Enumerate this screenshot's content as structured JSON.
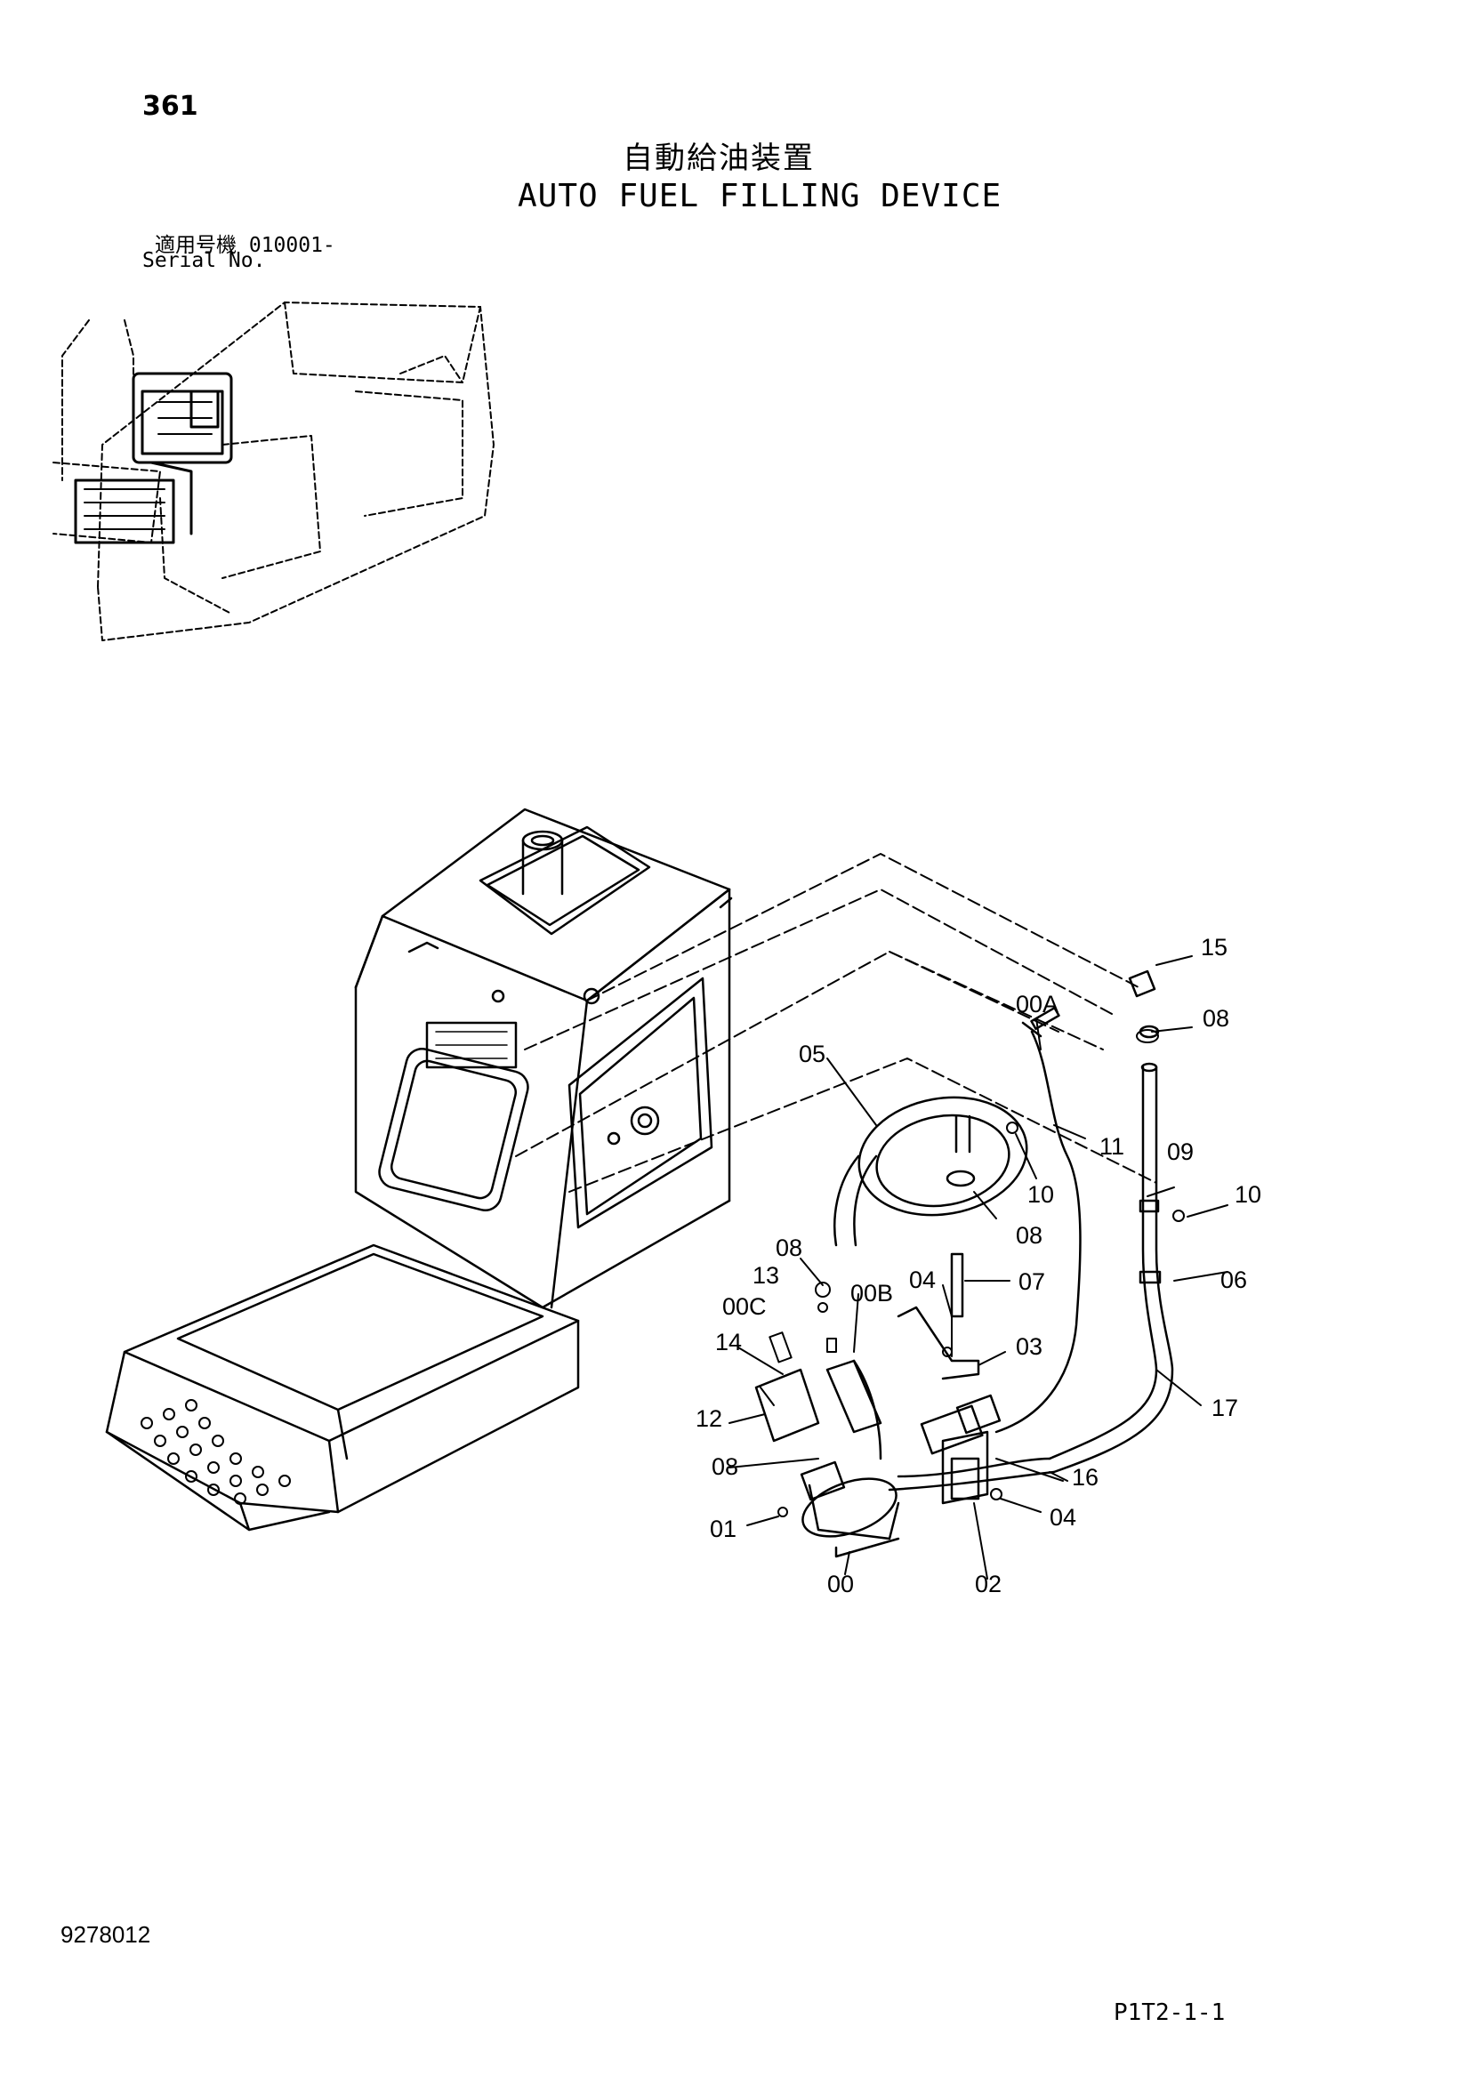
{
  "header": {
    "page_number": "361",
    "title_jp": "自動給油装置",
    "title_en": "AUTO FUEL FILLING DEVICE",
    "serial_label_jp": "適用号機  010001-",
    "serial_label_en": "Serial No."
  },
  "callouts": [
    {
      "id": "c-15",
      "label": "15"
    },
    {
      "id": "c-00A",
      "label": "00A"
    },
    {
      "id": "c-08a",
      "label": "08"
    },
    {
      "id": "c-05",
      "label": "05"
    },
    {
      "id": "c-11",
      "label": "11"
    },
    {
      "id": "c-09",
      "label": "09"
    },
    {
      "id": "c-10a",
      "label": "10"
    },
    {
      "id": "c-10b",
      "label": "10"
    },
    {
      "id": "c-08b",
      "label": "08"
    },
    {
      "id": "c-08c",
      "label": "08"
    },
    {
      "id": "c-06",
      "label": "06"
    },
    {
      "id": "c-13",
      "label": "13"
    },
    {
      "id": "c-00B",
      "label": "00B"
    },
    {
      "id": "c-04a",
      "label": "04"
    },
    {
      "id": "c-07",
      "label": "07"
    },
    {
      "id": "c-00C",
      "label": "00C"
    },
    {
      "id": "c-03",
      "label": "03"
    },
    {
      "id": "c-14",
      "label": "14"
    },
    {
      "id": "c-17",
      "label": "17"
    },
    {
      "id": "c-12",
      "label": "12"
    },
    {
      "id": "c-08d",
      "label": "08"
    },
    {
      "id": "c-16",
      "label": "16"
    },
    {
      "id": "c-01",
      "label": "01"
    },
    {
      "id": "c-04b",
      "label": "04"
    },
    {
      "id": "c-00",
      "label": "00"
    },
    {
      "id": "c-02",
      "label": "02"
    }
  ],
  "footer": {
    "document_number": "9278012",
    "sheet_code": "P1T2-1-1"
  }
}
